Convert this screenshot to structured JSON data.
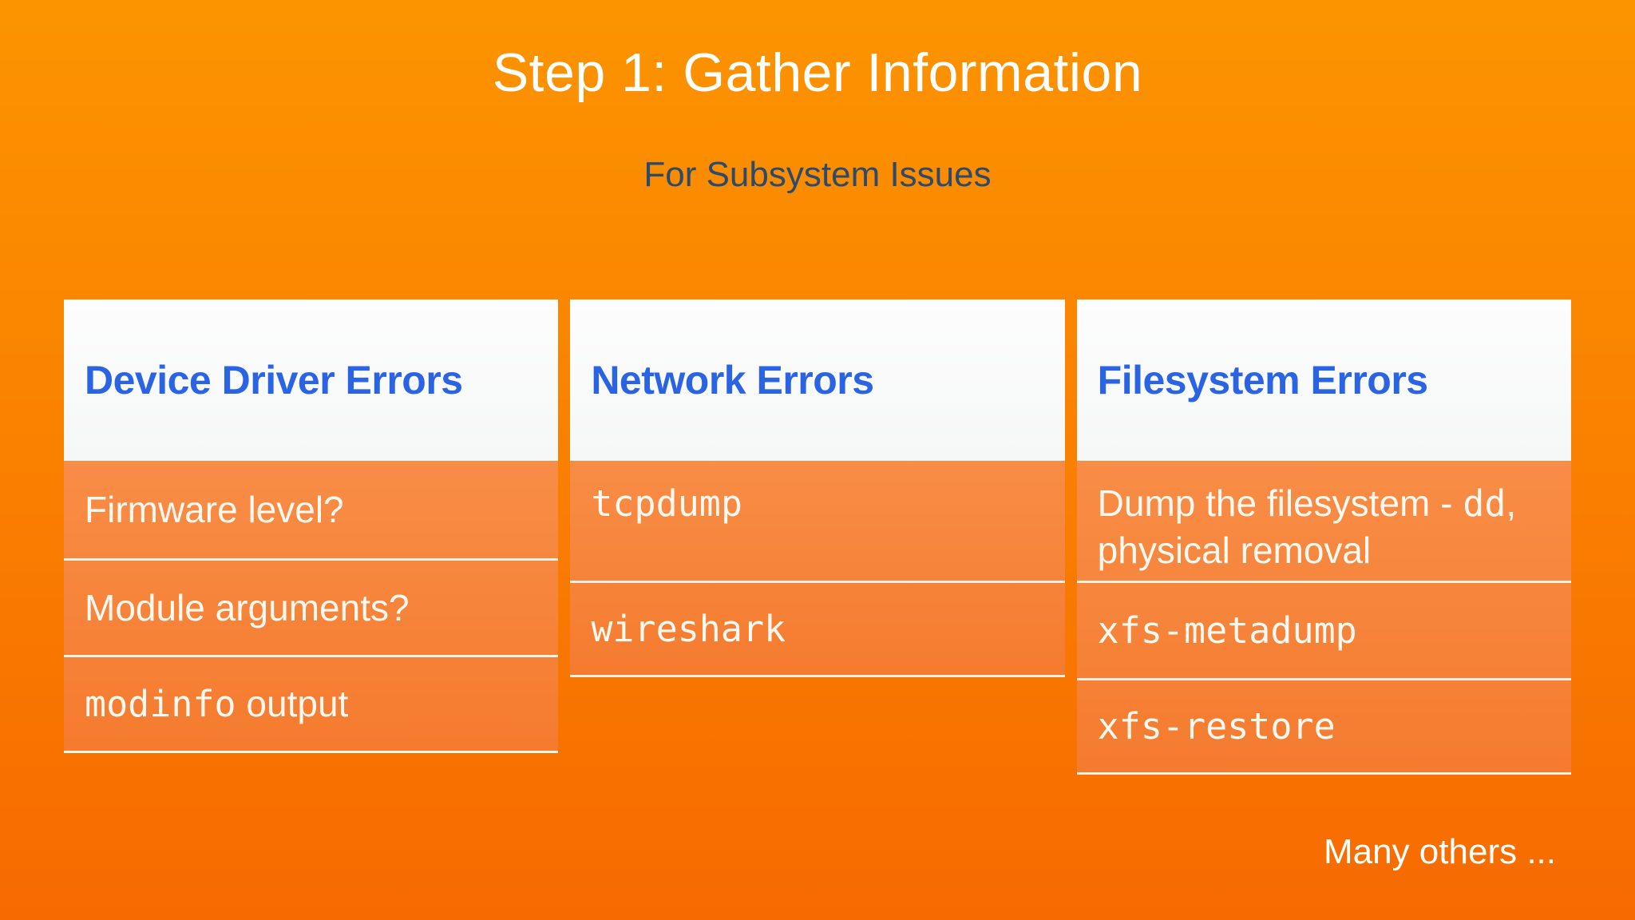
{
  "slide": {
    "title": "Step 1: Gather Information",
    "subtitle": "For Subsystem Issues",
    "footnote": "Many others ..."
  },
  "cards": [
    {
      "title": "Device Driver Errors",
      "rows": [
        [
          {
            "t": "Firmware level?"
          }
        ],
        [
          {
            "t": "Module arguments?"
          }
        ],
        [
          {
            "t": "modinfo",
            "mono": true
          },
          {
            "t": " output"
          }
        ]
      ]
    },
    {
      "title": "Network Errors",
      "rows": [
        [
          {
            "t": "tcpdump",
            "mono": true
          }
        ],
        [
          {
            "t": "wireshark",
            "mono": true
          }
        ]
      ]
    },
    {
      "title": "Filesystem Errors",
      "rows": [
        [
          {
            "t": "Dump the filesystem - "
          },
          {
            "t": "dd",
            "mono": true
          },
          {
            "t": ","
          },
          {
            "br": true
          },
          {
            "t": "physical removal"
          }
        ],
        [
          {
            "t": "xfs-metadump",
            "mono": true
          }
        ],
        [
          {
            "t": "xfs-restore",
            "mono": true
          }
        ]
      ]
    }
  ],
  "colors": {
    "background_top": "#FC9400",
    "background_bottom": "#F76A00",
    "card_header_bg": "#FCFDFD",
    "card_title_blue": "#2A63E4",
    "subtitle_navy": "#2B4A6E",
    "row_orange": "#F6833B",
    "divider_cream": "#FBF3E6",
    "row_text": "#FDF8F0",
    "title_white": "#FFFFFF"
  }
}
